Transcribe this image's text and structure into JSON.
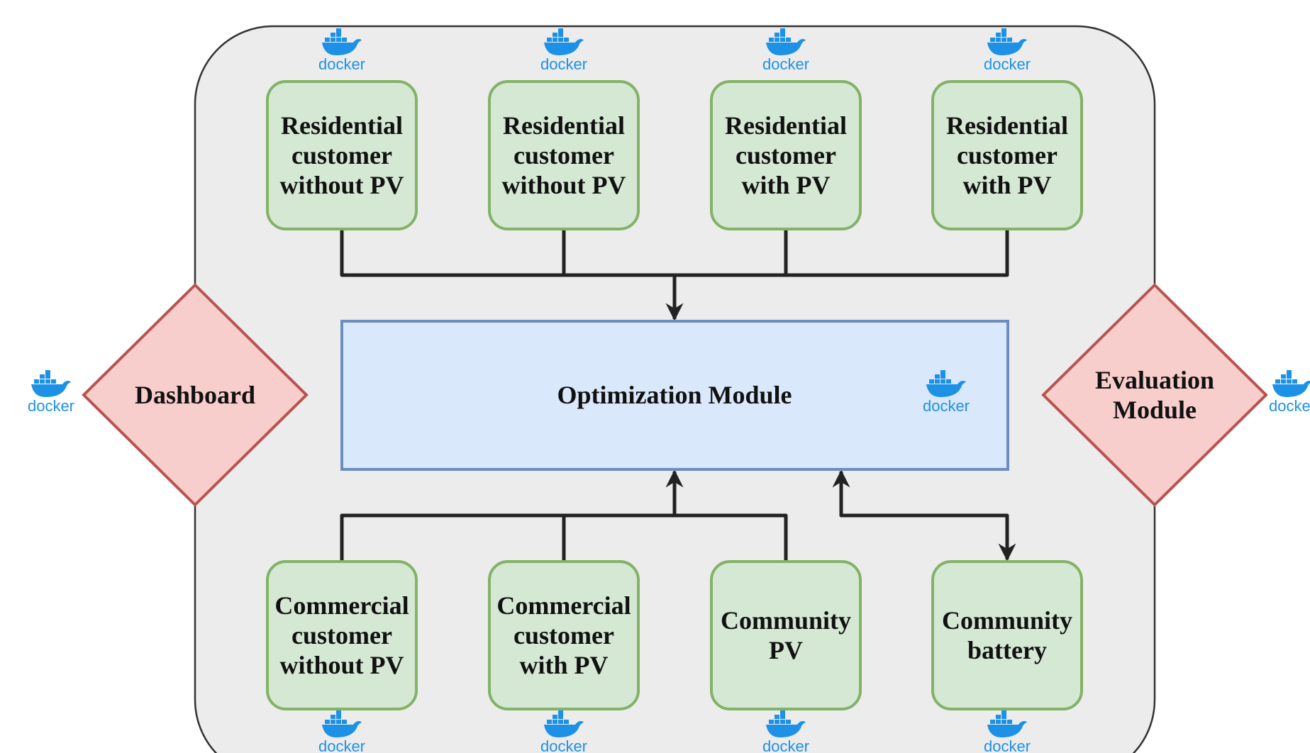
{
  "colors": {
    "outer_fill": "#ececec",
    "outer_stroke": "#333333",
    "green_fill": "#d5e8d4",
    "green_stroke": "#82b366",
    "blue_fill": "#dae8fc",
    "blue_stroke": "#6c8ebf",
    "red_fill": "#f8cecc",
    "red_stroke": "#b85450",
    "connector": "#222222",
    "docker_blue": "#1d91e6"
  },
  "docker_label": "docker",
  "top_modules": [
    {
      "lines": [
        "Residential",
        "customer",
        "without PV"
      ]
    },
    {
      "lines": [
        "Residential",
        "customer",
        "without PV"
      ]
    },
    {
      "lines": [
        "Residential",
        "customer",
        "with PV"
      ]
    },
    {
      "lines": [
        "Residential",
        "customer",
        "with PV"
      ]
    }
  ],
  "bottom_modules": [
    {
      "lines": [
        "Commercial",
        "customer",
        "without PV"
      ]
    },
    {
      "lines": [
        "Commercial",
        "customer",
        "with PV"
      ]
    },
    {
      "lines": [
        "Community",
        "PV"
      ]
    },
    {
      "lines": [
        "Community",
        "battery"
      ]
    }
  ],
  "optimization_module": {
    "label": "Optimization Module"
  },
  "dashboard": {
    "lines": [
      "Dashboard"
    ]
  },
  "evaluation_module": {
    "lines": [
      "Evaluation",
      "Module"
    ]
  }
}
